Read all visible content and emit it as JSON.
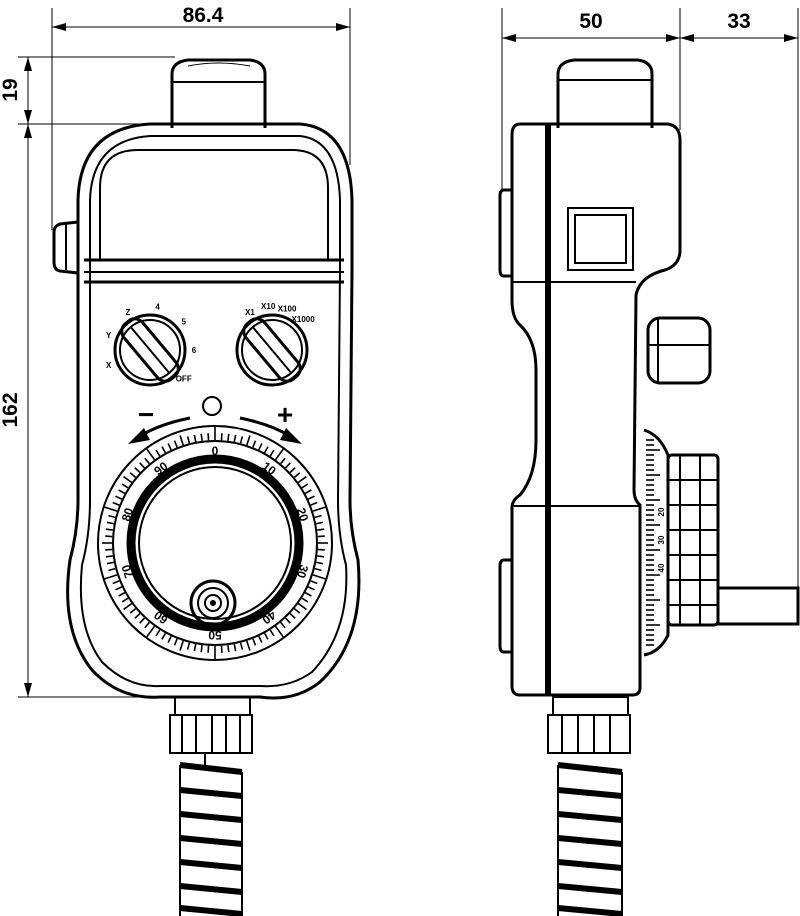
{
  "dimensions": {
    "width": "86.4",
    "top_offset": "19",
    "height": "162",
    "side_depth": "50",
    "shaft_depth": "33"
  },
  "dial": {
    "minus_label": "−",
    "plus_label": "+",
    "zero_mark": "O",
    "scale_labels": [
      "0",
      "10",
      "20",
      "30",
      "40",
      "50",
      "60",
      "70",
      "80",
      "90"
    ]
  },
  "left_selector": {
    "labels": [
      "X",
      "Y",
      "Z",
      "4",
      "5",
      "6",
      "OFF"
    ]
  },
  "right_selector": {
    "labels": [
      "X1",
      "X10",
      "X100",
      "X1000"
    ]
  },
  "side_dial": {
    "scale_labels": [
      "20",
      "30",
      "40"
    ]
  }
}
